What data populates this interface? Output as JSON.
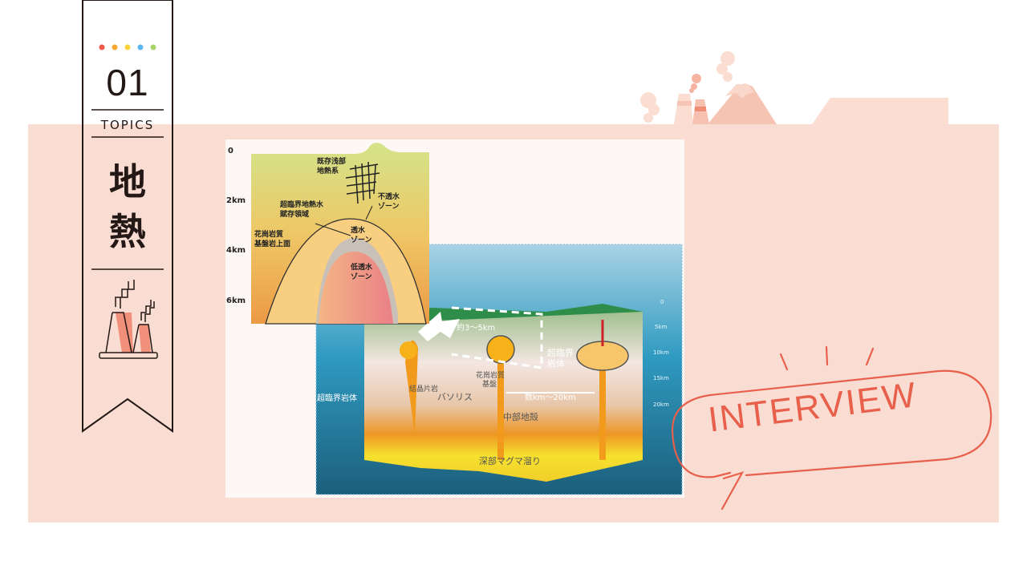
{
  "topic": {
    "dots_colors": [
      "#f05a4a",
      "#f7a833",
      "#f7d43a",
      "#5ab8ef",
      "#a8d46a"
    ],
    "number": "01",
    "label": "TOPICS",
    "title_line1": "地",
    "title_line2": "熱",
    "icon": "geothermal-plant-icon"
  },
  "figure": {
    "inset": {
      "depth_labels": [
        "0",
        "2km",
        "4km",
        "6km"
      ],
      "label_existing": [
        "既存浅部",
        "地熱系"
      ],
      "label_impermeable": [
        "不透水",
        "ゾーン"
      ],
      "label_supercritical_water": [
        "超臨界地熱水",
        "賦存領域"
      ],
      "label_permeable": [
        "透水",
        "ゾーン"
      ],
      "label_granite_top": [
        "花崗岩質",
        "基盤岩上面"
      ],
      "label_low_perm": [
        "低透水",
        "ゾーン"
      ]
    },
    "block": {
      "depth_labels": [
        "0",
        "5km",
        "10km",
        "15km",
        "20km"
      ],
      "label_depth_range": "約3〜5km",
      "label_supercritical_body_right": [
        "超臨界",
        "岩体"
      ],
      "label_granite_base": [
        "花崗岩質",
        "基盤"
      ],
      "label_schist": "結晶片岩",
      "label_batholith": "バソリス",
      "label_distance": "数km〜20km",
      "label_supercritical_body_left": "超臨界岩体",
      "label_middle_crust": "中部地殻",
      "label_deep_magma": "深部マグマ溜り"
    }
  },
  "badge": {
    "text": "INTERVIEW",
    "color": "#e8604c"
  },
  "colors": {
    "band": "#f9ddd3",
    "ink": "#231815"
  }
}
